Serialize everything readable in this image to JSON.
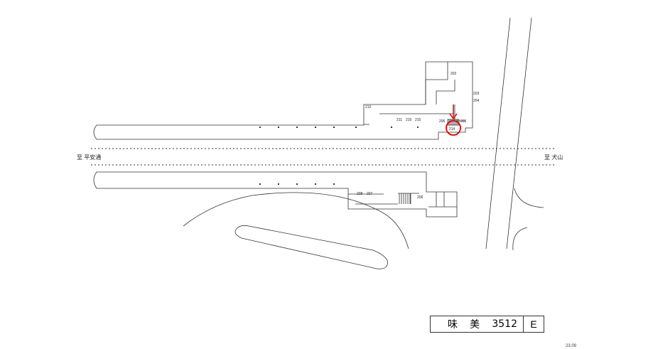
{
  "station": {
    "name_1": "味",
    "name_2": "美",
    "number": "3512",
    "exit_code": "E"
  },
  "directions": {
    "left": "至 平安通",
    "right": "至 犬山"
  },
  "exits": {
    "e202": "202",
    "e203": "203",
    "e204": "204",
    "e205": "205",
    "e206a": "206",
    "e209": "209",
    "e210": "210",
    "e211": "211",
    "e212": "212",
    "e214": "214",
    "e215": "215",
    "e206b": "206",
    "e207": "207",
    "e208": "208"
  },
  "date": "23.09",
  "highlight_color": "#e00000"
}
